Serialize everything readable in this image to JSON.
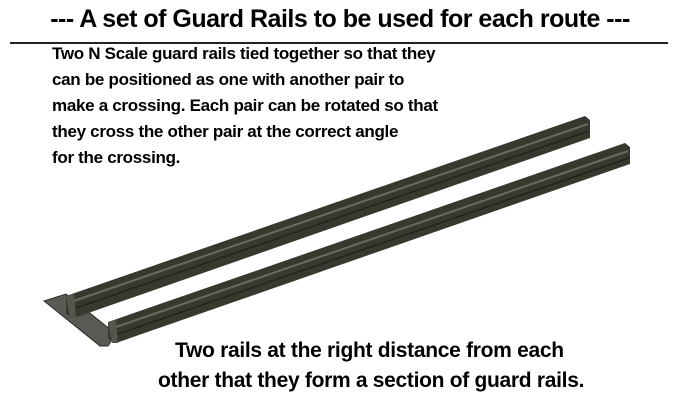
{
  "title": "--- A set of Guard Rails to be used for each route ---",
  "description_lines": [
    "Two N Scale guard rails tied together so that they",
    "can be positioned as one with another pair to",
    "make a crossing.  Each pair can be rotated so that",
    "they cross the other pair at the correct angle",
    "for the crossing."
  ],
  "caption_lines": [
    "Two rails at the right distance from each",
    "other that they form a section of guard rails."
  ],
  "colors": {
    "rail": "#3a3a34",
    "rail_highlight": "#6a6a62",
    "plate": "#55554f"
  }
}
